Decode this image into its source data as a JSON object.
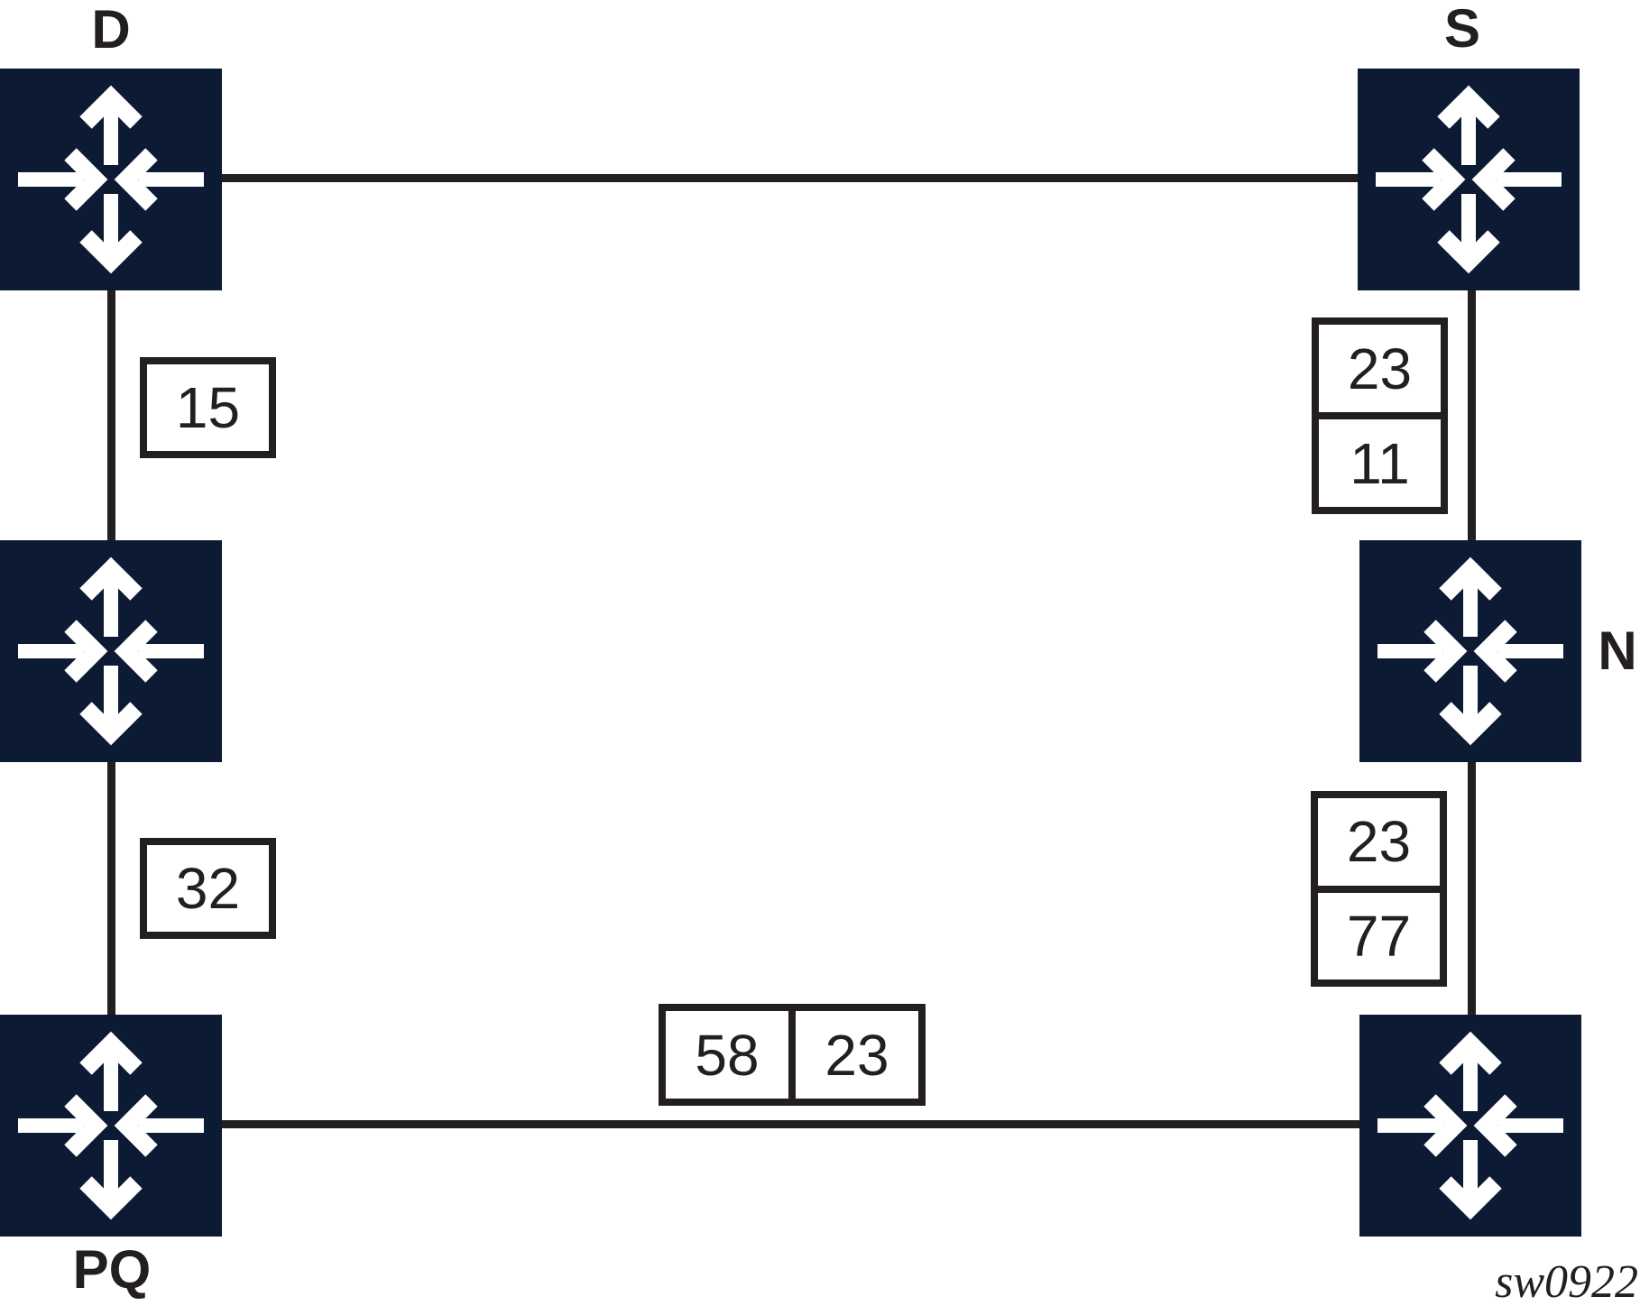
{
  "diagram": {
    "type": "network-topology",
    "watermark": "sw0922",
    "colors": {
      "router_fill": "#0d1a33",
      "line": "#231f20",
      "arrow": "#ffffff",
      "background": "#ffffff"
    },
    "nodes": {
      "d": {
        "label": "D"
      },
      "s": {
        "label": "S"
      },
      "middle_left": {
        "label": ""
      },
      "n": {
        "label": "N"
      },
      "pq": {
        "label": "PQ"
      },
      "bottom_right": {
        "label": ""
      }
    },
    "links": {
      "d_s": {
        "metrics": []
      },
      "d_middle_left": {
        "metrics": [
          "15"
        ]
      },
      "middle_left_pq": {
        "metrics": [
          "32"
        ]
      },
      "s_n": {
        "metrics": [
          "23",
          "11"
        ]
      },
      "n_bottom_right": {
        "metrics": [
          "23",
          "77"
        ]
      },
      "pq_bottom_right": {
        "metrics": [
          "58",
          "23"
        ]
      }
    }
  }
}
